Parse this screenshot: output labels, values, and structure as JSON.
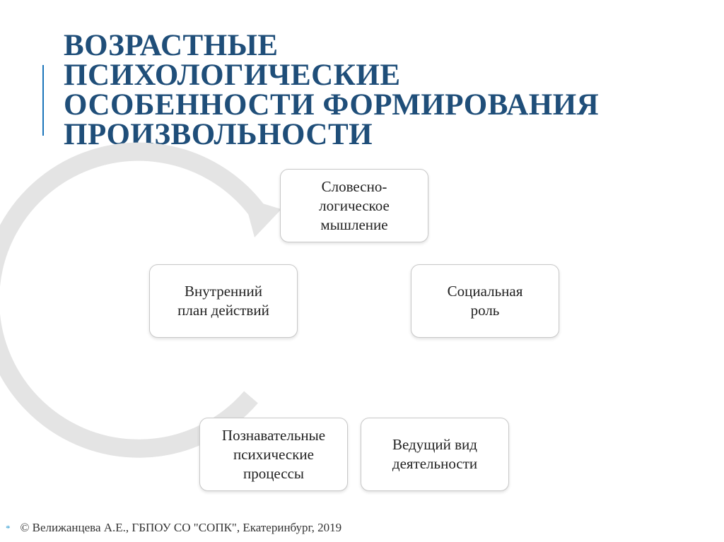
{
  "title": {
    "lines": [
      "ВОЗРАСТНЫЕ",
      "ПСИХОЛОГИЧЕСКИЕ",
      "ОСОБЕННОСТИ ФОРМИРОВАНИЯ",
      "ПРОИЗВОЛЬНОСТИ"
    ]
  },
  "diagram": {
    "nodes": [
      {
        "id": "verbal-logical-thinking",
        "label": "Словесно-\nлогическое\nмышление"
      },
      {
        "id": "social-role",
        "label": "Социальная\nроль"
      },
      {
        "id": "leading-activity",
        "label": "Ведущий вид\nдеятельности"
      },
      {
        "id": "cognitive-processes",
        "label": "Познавательные\nпсихические\nпроцессы"
      },
      {
        "id": "internal-action-plan",
        "label": "Внутренний\nплан действий"
      }
    ],
    "cycle_arrow_color": "#e4e4e4"
  },
  "footer": {
    "bullet": "*",
    "text": "© Велижанцева А.Е., ГБПОУ СО \"СОПК\", Екатеринбург, 2019"
  },
  "colors": {
    "title": "#1f4e79",
    "accent": "#1b75bb",
    "bullet": "#2e9ad0"
  }
}
